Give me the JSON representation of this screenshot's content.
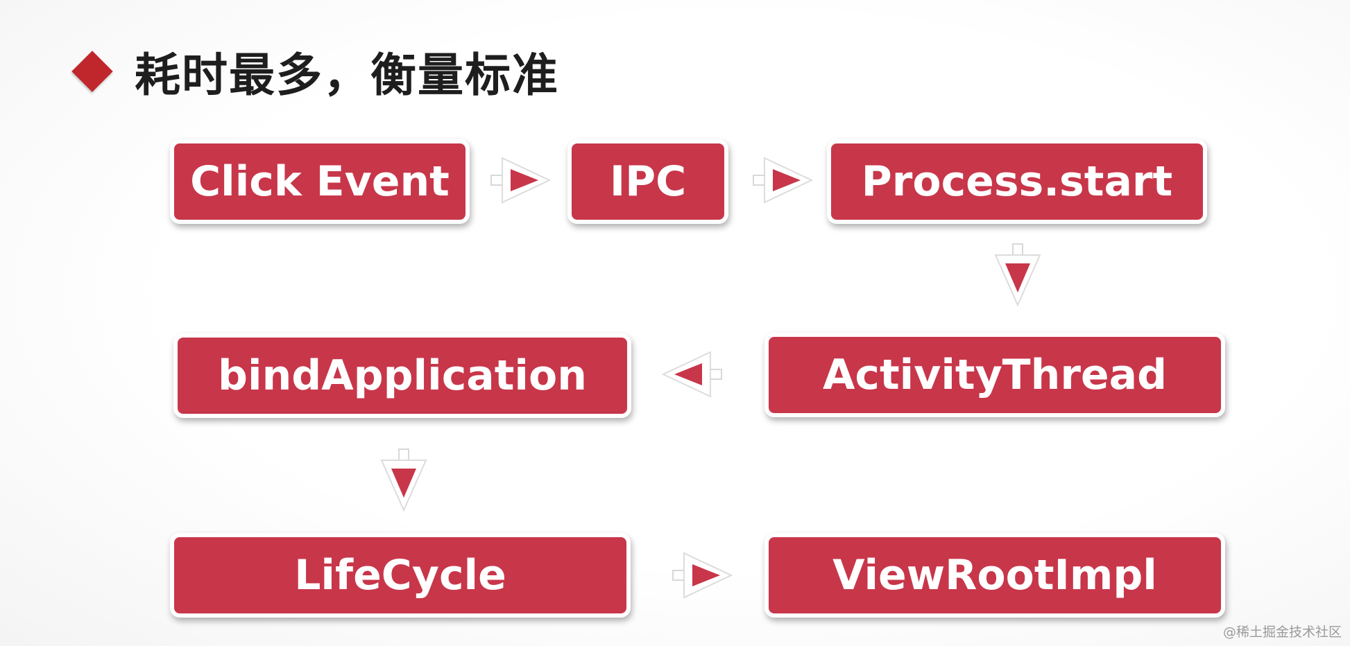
{
  "title": "耗时最多，衡量标准",
  "colors": {
    "box_fill": "#c8364a",
    "accent": "#c0272d",
    "arrow_fill": "#c8364a"
  },
  "nodes": {
    "click_event": "Click Event",
    "ipc": "IPC",
    "process_start": "Process.start",
    "activity_thread": "ActivityThread",
    "bind_application": "bindApplication",
    "lifecycle": "LifeCycle",
    "view_root_impl": "ViewRootImpl"
  },
  "edges": [
    {
      "from": "Click Event",
      "to": "IPC"
    },
    {
      "from": "IPC",
      "to": "Process.start"
    },
    {
      "from": "Process.start",
      "to": "ActivityThread"
    },
    {
      "from": "ActivityThread",
      "to": "bindApplication"
    },
    {
      "from": "bindApplication",
      "to": "LifeCycle"
    },
    {
      "from": "LifeCycle",
      "to": "ViewRootImpl"
    }
  ],
  "watermark": "@稀土掘金技术社区"
}
